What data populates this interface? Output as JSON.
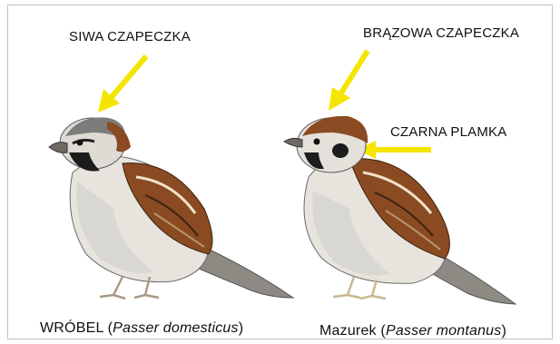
{
  "annotations": {
    "left_cap": "SIWA CZAPECZKA",
    "right_cap": "BRĄZOWA CZAPECZKA",
    "black_spot": "CZARNA PLAMKA"
  },
  "captions": {
    "left": {
      "common": "WRÓBEL",
      "open": " (",
      "latin": "Passer domesticus",
      "close": ")"
    },
    "right": {
      "common": "Mazurek",
      "open": " (",
      "latin": "Passer montanus",
      "close": ")"
    }
  },
  "colors": {
    "arrow": "#f5e400",
    "brown": "#8a4a22",
    "grey_cap": "#7c7c7c",
    "black": "#1c1c1c"
  }
}
